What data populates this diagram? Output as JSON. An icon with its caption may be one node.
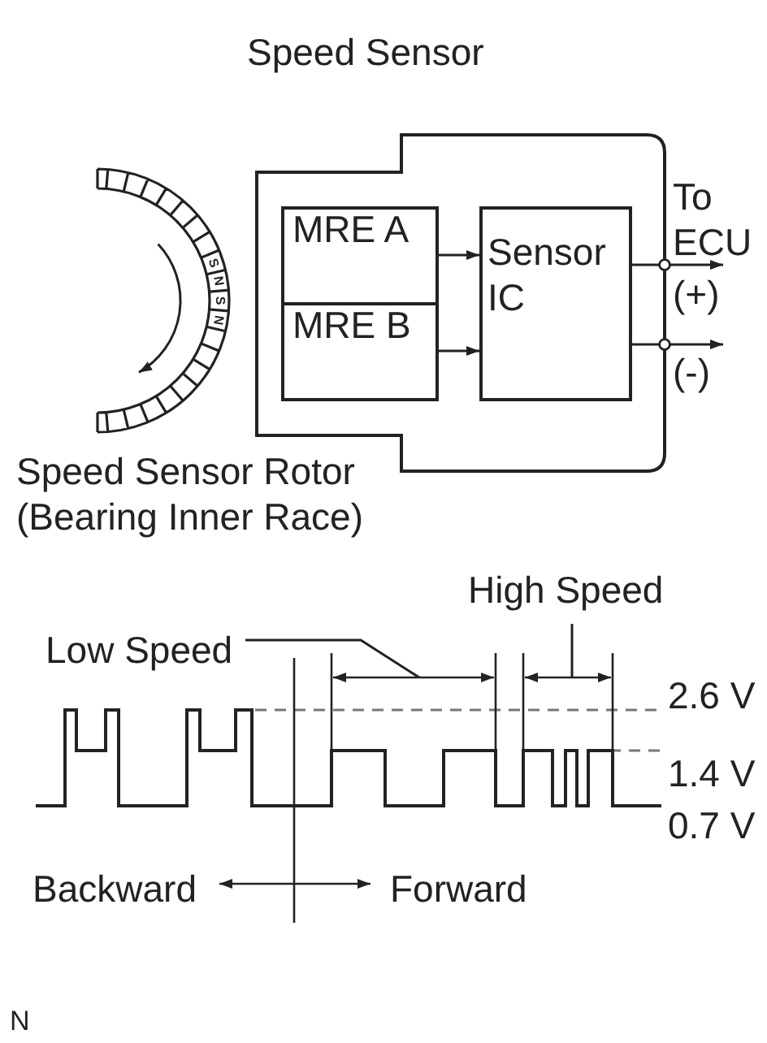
{
  "diagram": {
    "title": "Speed Sensor",
    "nodes": [
      {
        "text": [],
        "shape": "box"
      },
      {
        "text": [
          "MRE A"
        ],
        "in": 0
      },
      {
        "text": [
          "MRE B"
        ],
        "in": 0
      },
      {
        "text": [
          "Sensor IC"
        ],
        "in": 0
      },
      {
        "text": [
          "To ECU"
        ]
      },
      {
        "text": [
          "High Speed"
        ]
      },
      {
        "text": [
          "Low Speed"
        ]
      }
    ],
    "edges": [
      {
        "from": 1,
        "to": 3,
        "arrow": "to"
      },
      {
        "from": 2,
        "to": 3,
        "arrow": "to"
      },
      {
        "from": 3,
        "to": 4,
        "label": "(+)",
        "arrow": "to"
      },
      {
        "from": 3,
        "to": null,
        "label": "(-)",
        "arrow": "to"
      },
      {
        "from": 6,
        "to": null,
        "arrow": "none"
      },
      {
        "from": 5,
        "to": null,
        "arrow": "none"
      }
    ],
    "labels": [
      "S",
      "N",
      "S",
      "N",
      "Speed Sensor Rotor (Bearing Inner Race)",
      "2.6 V",
      "1.4 V",
      "0.7 V",
      "Backward",
      "Forward",
      "N"
    ]
  }
}
